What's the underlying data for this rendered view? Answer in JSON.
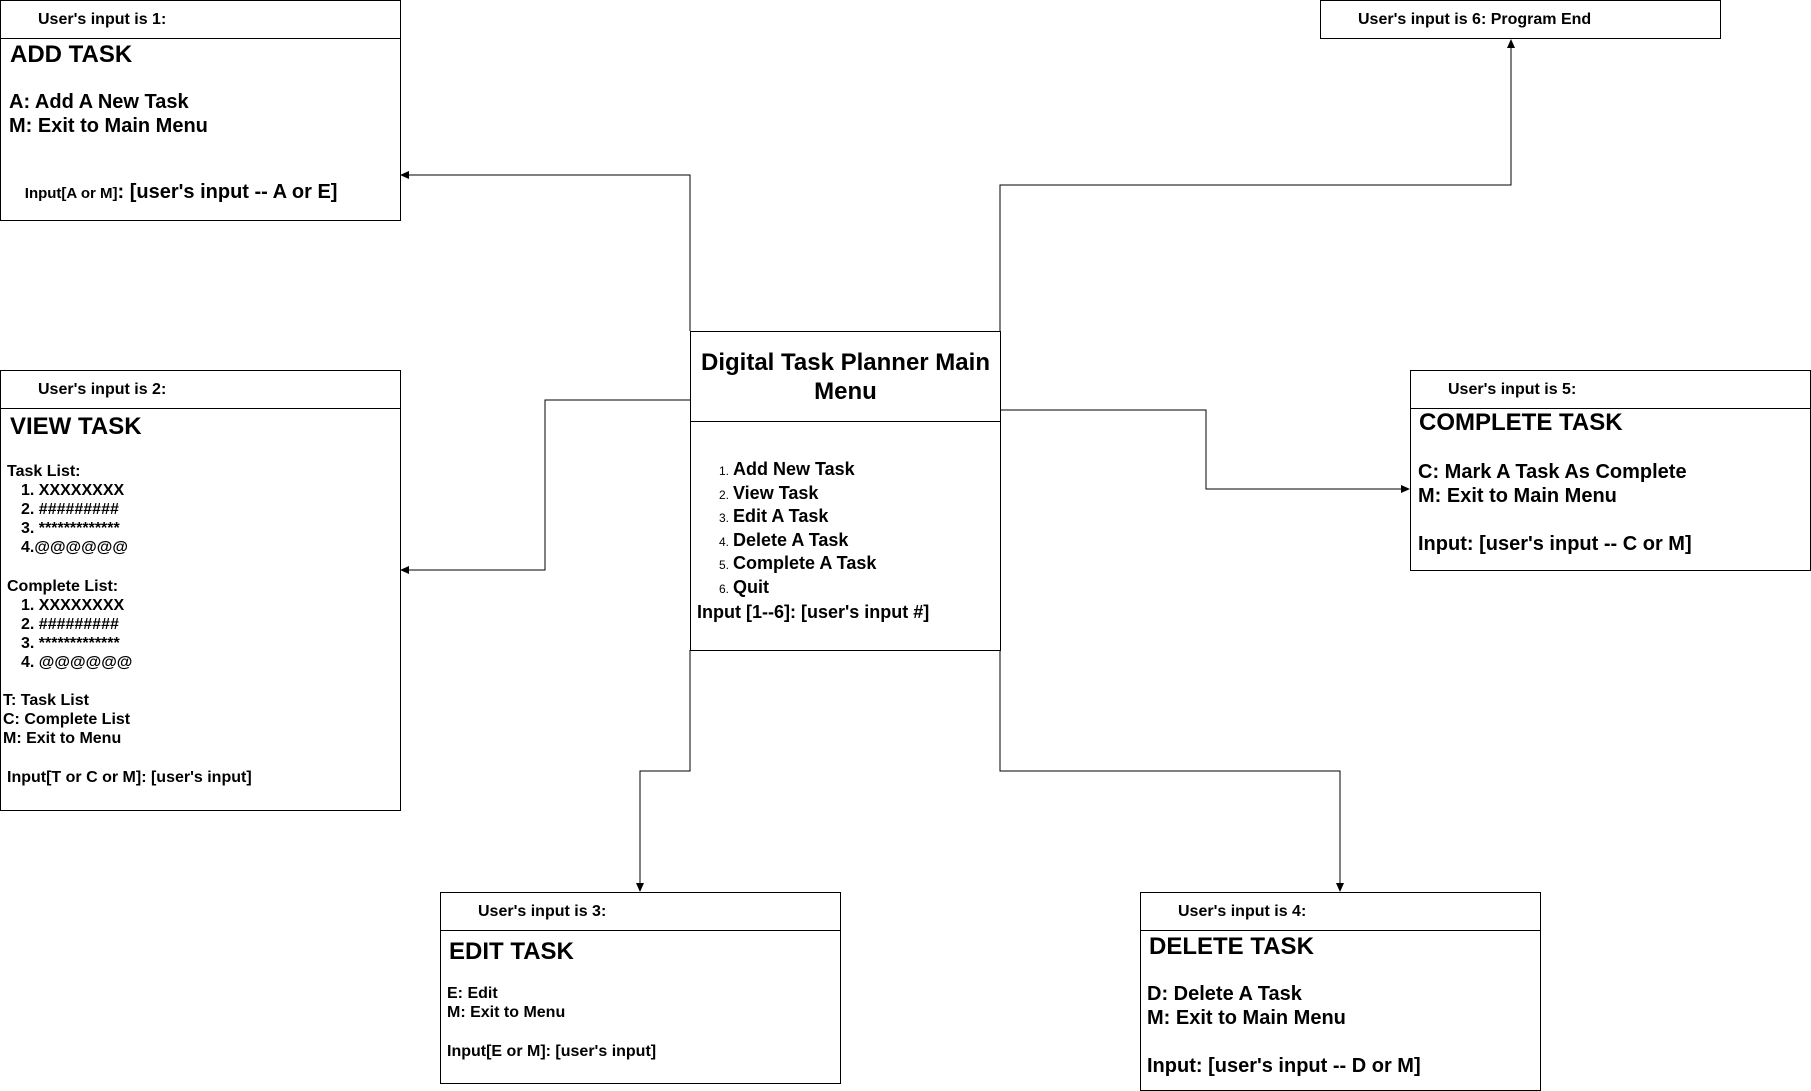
{
  "main": {
    "title": "Digital Task Planner Main Menu",
    "items": [
      {
        "num": "1.",
        "label": "Add New Task"
      },
      {
        "num": "2.",
        "label": "View Task"
      },
      {
        "num": "3.",
        "label": "Edit A Task"
      },
      {
        "num": "4.",
        "label": "Delete A Task"
      },
      {
        "num": "5.",
        "label": "Complete A Task"
      },
      {
        "num": "6.",
        "label": "Quit"
      }
    ],
    "input": "Input [1--6]: [user's input #]"
  },
  "add": {
    "header": "User's input is 1:",
    "title": "ADD TASK",
    "opt_a": "A: Add A New Task",
    "opt_m": "M: Exit to Main Menu",
    "input_prefix": "Input[A or M]",
    "input_value": ": [user's input -- A or E]"
  },
  "view": {
    "header": "User's input is 2:",
    "title": "VIEW TASK",
    "task_list_label": "Task List:",
    "task_list": [
      "1. XXXXXXXX",
      "2. #########",
      "3. *************",
      "4.@@@@@@"
    ],
    "complete_list_label": "Complete List:",
    "complete_list": [
      "1. XXXXXXXX",
      "2. #########",
      "3. *************",
      "4. @@@@@@"
    ],
    "opt_t": "T: Task List",
    "opt_c": "C: Complete List",
    "opt_m": "M: Exit to Menu",
    "input": "Input[T or C or M]: [user's input]"
  },
  "edit": {
    "header": "User's input is 3:",
    "title": "EDIT TASK",
    "opt_e": "E: Edit",
    "opt_m": "M: Exit to Menu",
    "input": "Input[E or M]: [user's input]"
  },
  "delete": {
    "header": "User's input is 4:",
    "title": "DELETE TASK",
    "opt_d": "D: Delete A Task",
    "opt_m": "M: Exit to Main Menu",
    "input": "Input: [user's input -- D or M]"
  },
  "complete": {
    "header": "User's input is 5:",
    "title": "COMPLETE TASK",
    "opt_c": "C: Mark A Task As Complete",
    "opt_m": "M: Exit to Main Menu",
    "input": "Input: [user's input -- C or M]"
  },
  "end": {
    "header": "User's input is 6: Program End"
  }
}
